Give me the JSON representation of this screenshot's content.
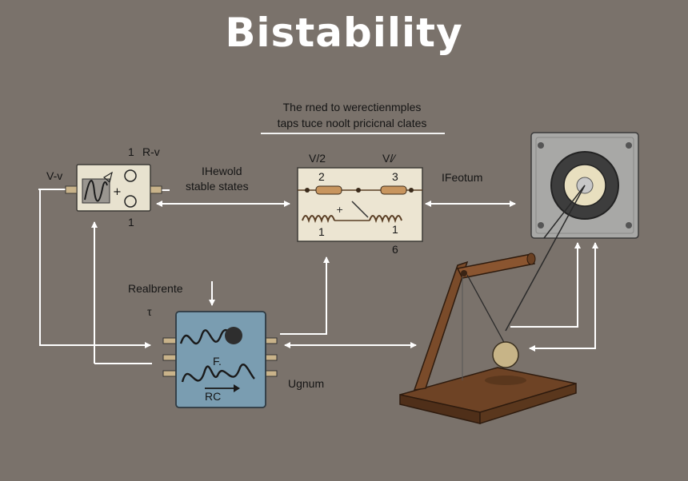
{
  "title": "Bistability",
  "caption": {
    "line1": "The rned to werectienmples",
    "line2": "taps tuce noolt pricicnal clates"
  },
  "labels": {
    "left_input": "V-v",
    "left_block_top_num": "1",
    "left_block_top_label": "R-v",
    "left_block_bottom_num": "1",
    "stable_line1": "IHewold",
    "stable_line2": "stable states",
    "center_top_left": "V/2",
    "center_top_right": "V/⁄",
    "center_num_2": "2",
    "center_num_3": "3",
    "center_num_1_left": "1",
    "center_num_1_right": "1",
    "center_num_6": "6",
    "feotum": "IFeotum",
    "realbrente": "Realbrente",
    "small_mark": "τ",
    "chip_f": "F.",
    "chip_rc": "RC",
    "ugnum": "Ugnum"
  },
  "colors": {
    "background": "#7a726b",
    "arrow": "#ffffff",
    "panel": "#ece5d2",
    "chip": "#7a9db1",
    "speaker_frame": "#a8a8a6",
    "wood": "#7a4b2a"
  }
}
